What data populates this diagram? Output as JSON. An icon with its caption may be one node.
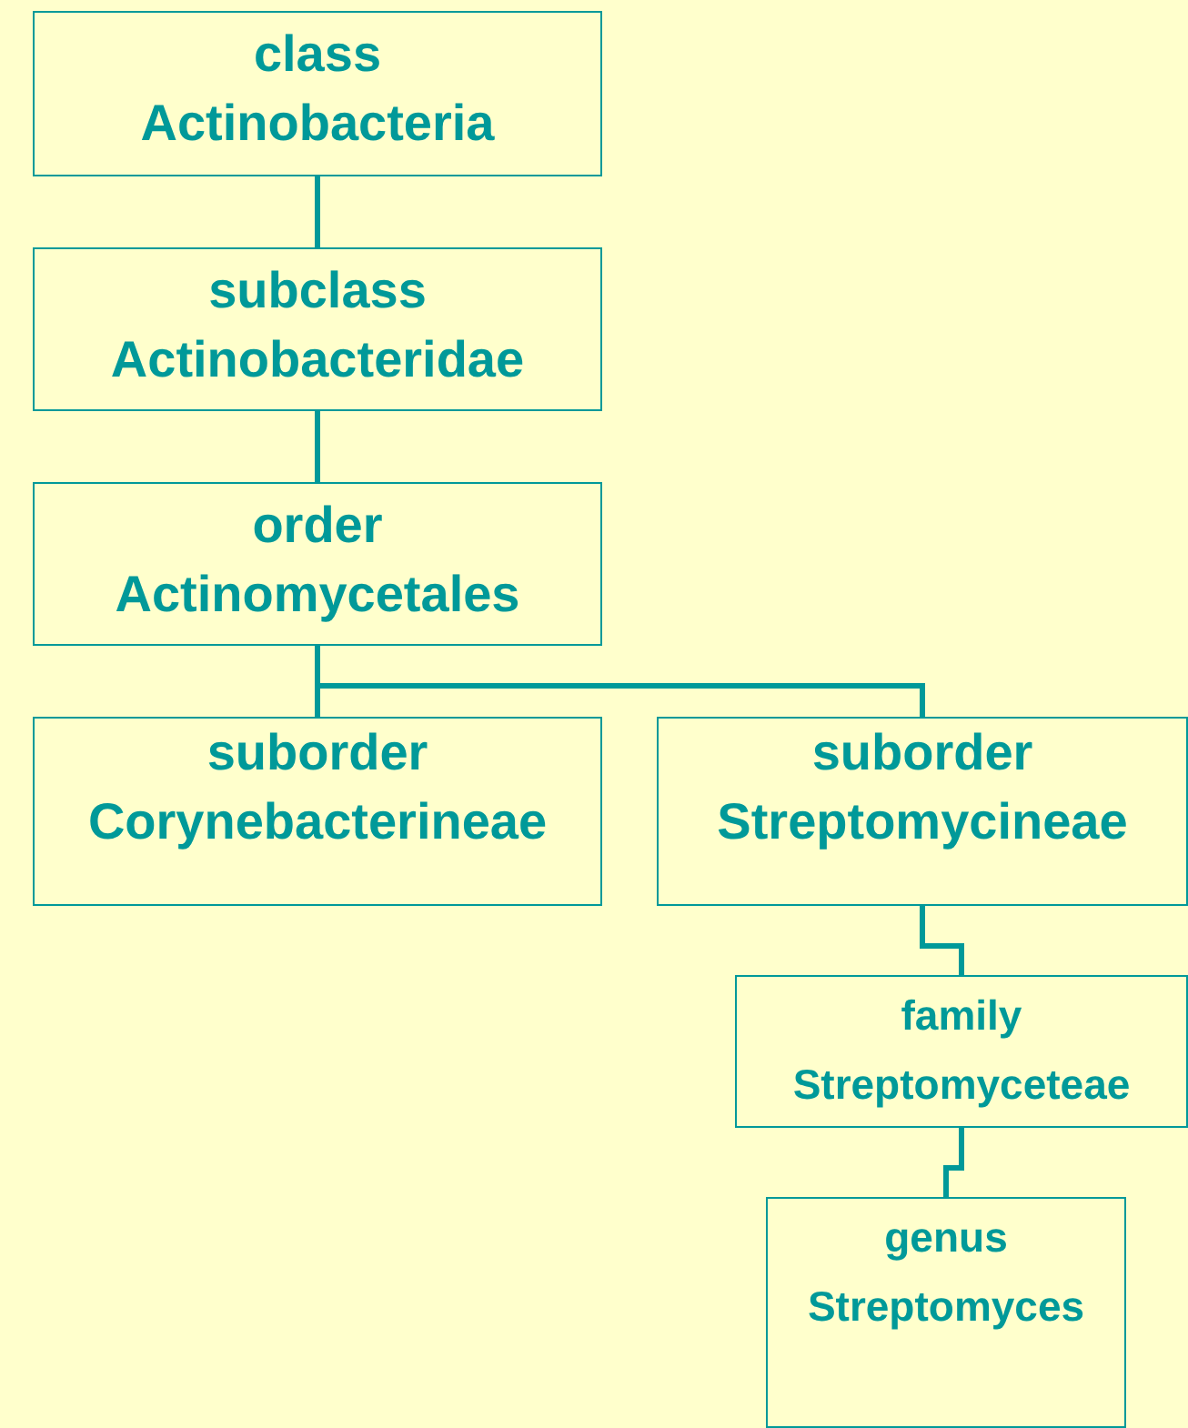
{
  "diagram": {
    "nodes": [
      {
        "text": [
          "class",
          "Actinobacteria"
        ]
      },
      {
        "text": [
          "subclass",
          "Actinobacteridae"
        ]
      },
      {
        "text": [
          "order",
          "Actinomycetales"
        ]
      },
      {
        "text": [
          "suborder",
          "Corynebacterineae"
        ]
      },
      {
        "text": [
          "suborder",
          "Streptomycineae"
        ]
      },
      {
        "text": [
          "family",
          "Streptomyceteae"
        ]
      },
      {
        "text": [
          "genus",
          "Streptomyces"
        ]
      }
    ],
    "edges": [
      {
        "from": 0,
        "to": 1,
        "arrow": "none"
      },
      {
        "from": 1,
        "to": 2,
        "arrow": "none"
      },
      {
        "from": 2,
        "to": 3,
        "arrow": "none"
      },
      {
        "from": 2,
        "to": 4,
        "arrow": "none"
      },
      {
        "from": 4,
        "to": 5,
        "arrow": "none"
      },
      {
        "from": 5,
        "to": 6,
        "arrow": "none"
      }
    ]
  }
}
